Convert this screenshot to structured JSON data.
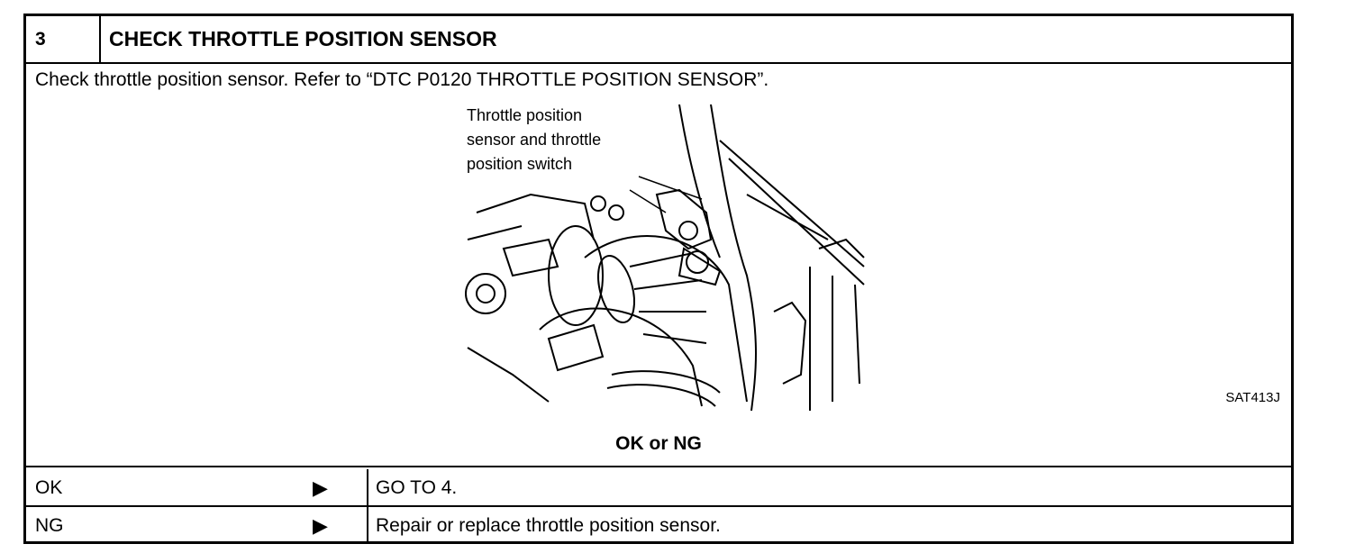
{
  "step": {
    "number": "3",
    "title": "CHECK THROTTLE POSITION SENSOR",
    "instruction": "Check throttle position sensor. Refer to “DTC P0120 THROTTLE POSITION SENSOR”.",
    "illustration": {
      "callout": "Throttle position\nsensor and throttle\nposition switch",
      "code": "SAT413J"
    },
    "result_label": "OK or NG"
  },
  "outcomes": [
    {
      "condition": "OK",
      "arrow": "▶",
      "action": "GO TO 4."
    },
    {
      "condition": "NG",
      "arrow": "▶",
      "action": "Repair or replace throttle position sensor."
    }
  ]
}
